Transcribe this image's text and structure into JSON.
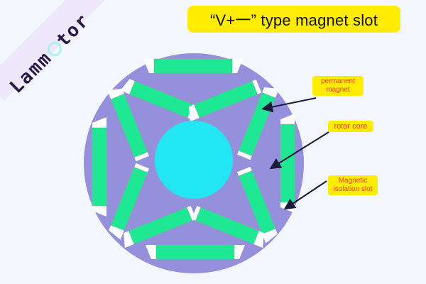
{
  "title": "“V+一” type magnet slot",
  "logo": {
    "left": "Lamm",
    "right": "tor",
    "ring_color": "#aef0f0"
  },
  "labels": {
    "permanent_magnet": "permanent magnet",
    "rotor_core": "rotor core",
    "isolation_slot": "Magnetic isolation slot"
  },
  "colors": {
    "background": "#f4f6fd",
    "title_bg": "#ffec00",
    "rotor_core": "#9590dc",
    "magnet": "#1ee894",
    "shaft": "#22e6f4",
    "isolation_slot": "#ffffff",
    "label_text": "#e8401a",
    "arrow": "#1a1a3a"
  }
}
